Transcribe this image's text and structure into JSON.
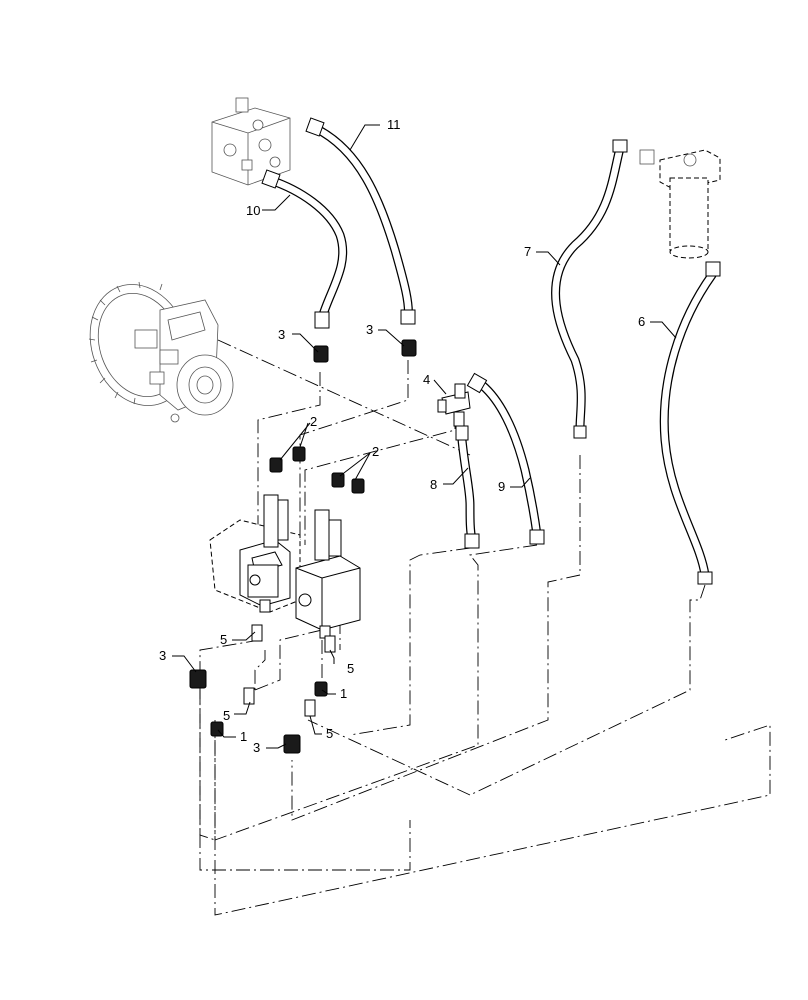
{
  "diagram": {
    "callouts": {
      "c1a": "1",
      "c1b": "1",
      "c2a": "2",
      "c2b": "2",
      "c3a": "3",
      "c3b": "3",
      "c3c": "3",
      "c3d": "3",
      "c4": "4",
      "c5a": "5",
      "c5b": "5",
      "c5c": "5",
      "c5d": "5",
      "c6": "6",
      "c7": "7",
      "c8": "8",
      "c9": "9",
      "c10": "10",
      "c11": "11"
    }
  }
}
